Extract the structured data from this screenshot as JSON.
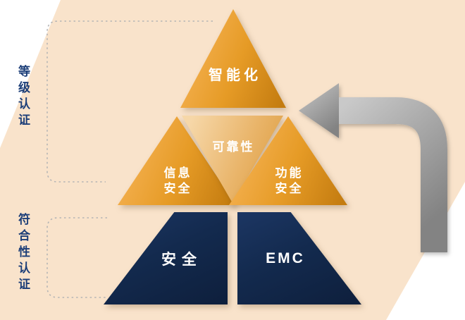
{
  "title": "Certification pyramid diagram",
  "side_labels": {
    "upper": "等级认证",
    "lower": "符合性认证"
  },
  "pyramid": {
    "top": {
      "label": "智能化"
    },
    "middle_left": {
      "line1": "信息",
      "line2": "安全"
    },
    "middle_center": {
      "label": "可靠性"
    },
    "middle_right": {
      "line1": "功能",
      "line2": "安全"
    },
    "bottom_left": {
      "label": "安全"
    },
    "bottom_right": {
      "label": "EMC"
    }
  },
  "icons": {
    "curved_arrow": "curved-return-arrow-icon",
    "upper_bracket": "dotted-bracket-upper",
    "lower_bracket": "dotted-bracket-lower"
  },
  "colors": {
    "peach_background": "#f9e3cb",
    "orange_gradient_start": "#f5b254",
    "orange_gradient_end": "#c47c10",
    "tan_gradient_start": "#f6d7a8",
    "tan_gradient_end": "#dc9c3e",
    "navy": "#132a4e",
    "arrow_gray_light": "#c9c9c9",
    "arrow_gray_dark": "#838383",
    "dotted_line_gray": "#b5b5b5",
    "side_label_blue": "#1c3e78",
    "shape_text": "#ffffff"
  }
}
